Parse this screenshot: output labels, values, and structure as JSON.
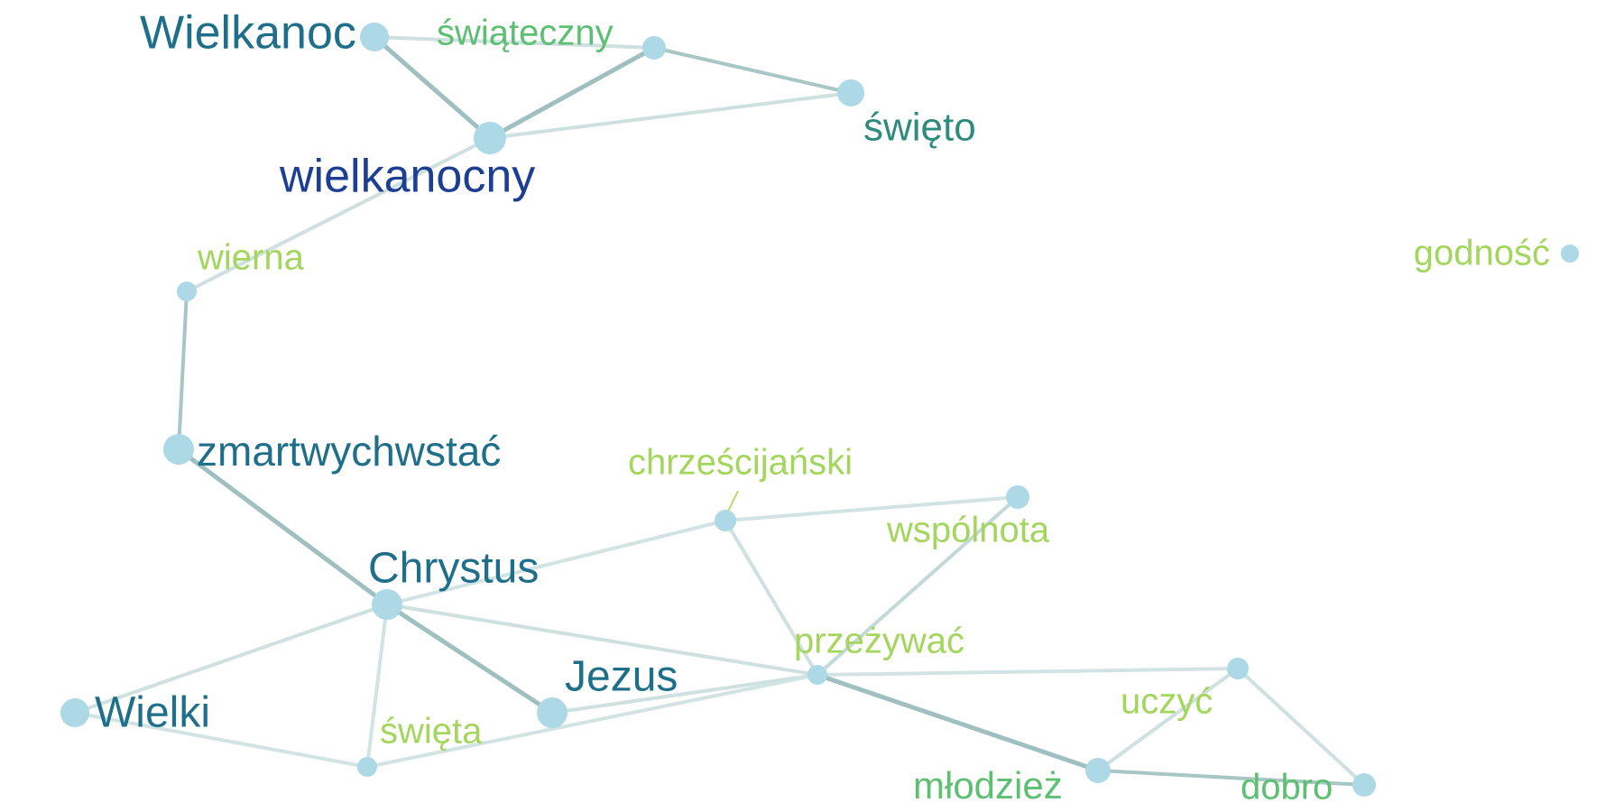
{
  "graph": {
    "nodes": [
      {
        "id": "wielkanoc",
        "label": "Wielkanoc",
        "color": "#1f6f8b"
      },
      {
        "id": "swiateczny",
        "label": "świąteczny",
        "color": "#5cbf72"
      },
      {
        "id": "swieto",
        "label": "święto",
        "color": "#2e8b7e"
      },
      {
        "id": "wielkanocny",
        "label": "wielkanocny",
        "color": "#1c3f94"
      },
      {
        "id": "wierna",
        "label": "wierna",
        "color": "#a4d65e"
      },
      {
        "id": "godnosc",
        "label": "godność",
        "color": "#a4d65e"
      },
      {
        "id": "zmartwychwstac",
        "label": "zmartwychwstać",
        "color": "#1f6f8b"
      },
      {
        "id": "chrzescijanski",
        "label": "chrześcijański",
        "color": "#a4d65e"
      },
      {
        "id": "wspolnota",
        "label": "wspólnota",
        "color": "#a4d65e"
      },
      {
        "id": "chrystus",
        "label": "Chrystus",
        "color": "#1f6f8b"
      },
      {
        "id": "przezywac",
        "label": "przeżywać",
        "color": "#a4d65e"
      },
      {
        "id": "jezus",
        "label": "Jezus",
        "color": "#1f6f8b"
      },
      {
        "id": "wielki",
        "label": "Wielki",
        "color": "#1f6f8b"
      },
      {
        "id": "swieta",
        "label": "święta",
        "color": "#a4d65e"
      },
      {
        "id": "uczyc",
        "label": "uczyć",
        "color": "#a4d65e"
      },
      {
        "id": "mlodziez",
        "label": "młodzież",
        "color": "#5cbf72"
      },
      {
        "id": "dobro",
        "label": "dobro",
        "color": "#5cbf72"
      }
    ],
    "edges": [
      {
        "source": "wielkanoc",
        "target": "swiateczny",
        "color": "#cfe0e0"
      },
      {
        "source": "wielkanoc",
        "target": "wielkanocny",
        "color": "#9fbfc0"
      },
      {
        "source": "swiateczny",
        "target": "wielkanocny",
        "color": "#9fbfc0"
      },
      {
        "source": "swiateczny",
        "target": "swieto",
        "color": "#a8c6c6"
      },
      {
        "source": "wielkanocny",
        "target": "swieto",
        "color": "#cfe0e0"
      },
      {
        "source": "wielkanocny",
        "target": "wierna",
        "color": "#cfe0e0"
      },
      {
        "source": "wierna",
        "target": "zmartwychwstac",
        "color": "#a8c6c6"
      },
      {
        "source": "zmartwychwstac",
        "target": "chrystus",
        "color": "#9fbfc0"
      },
      {
        "source": "chrystus",
        "target": "chrzescijanski",
        "color": "#d2e3e3"
      },
      {
        "source": "chrzescijanski",
        "target": "wspolnota",
        "color": "#d2e3e3"
      },
      {
        "source": "chrzescijanski",
        "target": "przezywac",
        "color": "#cfe0e0"
      },
      {
        "source": "wspolnota",
        "target": "przezywac",
        "color": "#c3d9d9"
      },
      {
        "source": "chrystus",
        "target": "przezywac",
        "color": "#cfe0e0"
      },
      {
        "source": "chrystus",
        "target": "jezus",
        "color": "#9fbfc0"
      },
      {
        "source": "chrystus",
        "target": "wielki",
        "color": "#cfe0e0"
      },
      {
        "source": "chrystus",
        "target": "swieta",
        "color": "#d2e3e3"
      },
      {
        "source": "wielki",
        "target": "swieta",
        "color": "#d2e3e3"
      },
      {
        "source": "jezus",
        "target": "przezywac",
        "color": "#cfe0e0"
      },
      {
        "source": "swieta",
        "target": "przezywac",
        "color": "#d2e3e3"
      },
      {
        "source": "przezywac",
        "target": "uczyc",
        "color": "#d2e3e3"
      },
      {
        "source": "przezywac",
        "target": "mlodziez",
        "color": "#9fbfc0"
      },
      {
        "source": "uczyc",
        "target": "mlodziez",
        "color": "#cfe0e0"
      },
      {
        "source": "uczyc",
        "target": "dobro",
        "color": "#cfe0e0"
      },
      {
        "source": "mlodziez",
        "target": "dobro",
        "color": "#a8c6c6"
      }
    ]
  }
}
